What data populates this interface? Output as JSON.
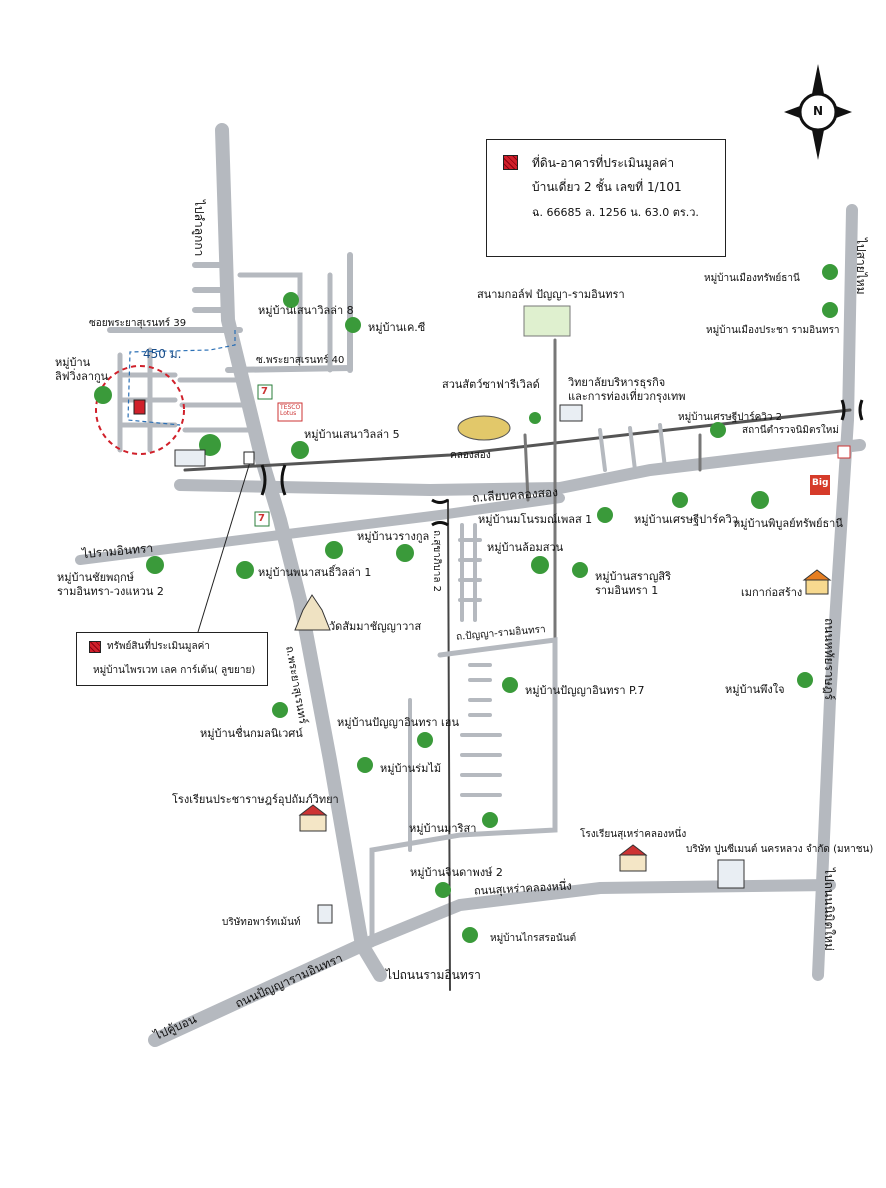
{
  "legend": {
    "line1": "ที่ดิน-อาคารที่ประเมินมูลค่า",
    "line2": "บ้านเดี่ยว 2 ชั้น เลขที่ 1/101",
    "line3": "ฉ. 66685  ล. 1256  น. 63.0 ตร.ว."
  },
  "callout": {
    "line1": "ทรัพย์สินที่ประเมินมูลค่า",
    "line2": "หมู่บ้านไพรเวท เลค การ์เด้น( ลูขยาย)"
  },
  "compass": {
    "letter": "N"
  },
  "distance": "450 ม.",
  "roads": {
    "to_lam_luk_ka": "ไปลำลูกกา",
    "phraya_39": "ซอยพระยาสุเรนทร์ 39",
    "phraya_40": "ซ.พระยาสุเรนทร์ 40",
    "to_sai_mai": "ไปสายไหม",
    "khlong_song": "คลองสอง",
    "liap_khlong_song": "ถ.เลียบคลองสอง",
    "to_ram_intra": "ไปรามอินทรา",
    "phraya_suren": "ถ.พระยาสุเรนทร์",
    "sukhaphiban": "ถ.สุขาภิบาล 2",
    "panya_ramintra_st": "ถ.ปัญญา-รามอินทรา",
    "hathai_rat": "ถนนหทัยราษฎร์",
    "suhrao_khlong_nueng": "ถนนสุเหร่าคลองหนึ่ง",
    "panya_ramintra_road": "ถนนปัญญารามอินทรา",
    "to_ku_bon": "ไปคู้บอน",
    "to_ramintra_road": "ไปถนนรามอินทรา",
    "to_nimitmai": "ไปถนนนิมิตใหม่"
  },
  "places": {
    "lifeng": "หมู่บ้าน\nลิฟวิ่งลากูน",
    "senavilla8": "หมู่บ้านเสนาวิลล่า 8",
    "kc": "หมู่บ้านเค.ซี",
    "senavilla5": "หมู่บ้านเสนาวิลล่า 5",
    "golf": "สนามกอล์ฟ ปัญญา-รามอินทรา",
    "safari": "สวนสัตว์ซาฟารีเวิลด์",
    "college": "วิทยาลัยบริหารธุรกิจ\nและการท่องเที่ยวกรุงเทพ",
    "muang_sap": "หมู่บ้านเมืองทรัพย์ธานี",
    "muang_pracha": "หมู่บ้านเมืองประชา รามอินทรา",
    "setthi2": "หมู่บ้านเศรษฐีปาร์ควิว 2",
    "police": "สถานีตำรวจนิมิตรใหม่",
    "manorom": "หมู่บ้านมโนรมณ์เพลส 1",
    "setthi": "หมู่บ้านเศรษฐีปาร์ควิว",
    "phibun": "หมู่บ้านพิบูลย์ทรัพย์ธานี",
    "warang": "หมู่บ้านวรางกูล",
    "lomsuan": "หมู่บ้านล้อมสวน",
    "chaiyaphruk": "หมู่บ้านชัยพฤกษ์\nรามอินทรา-วงแหวน 2",
    "panasin": "หมู่บ้านพนาสนธิ์วิลล่า 1",
    "saranya": "หมู่บ้านสราญสิริ\nรามอินทรา 1",
    "mega": "เมกาก่อสร้าง",
    "wat": "วัดสัมมาชัญญาวาส",
    "panya_p7": "หมู่บ้านปัญญาอินทรา P.7",
    "phungjai": "หมู่บ้านพึงใจ",
    "chuen": "หมู่บ้านชื่นกมลนิเวศน์",
    "panya_ind": "หมู่บ้านปัญญาอินทรา เฮน",
    "romai": "หมู่บ้านร่มไม้",
    "school1": "โรงเรียนประชาราษฎร์อุปถัมภ์วิทยา",
    "marisa": "หมู่บ้านมาริสา",
    "school2": "โรงเรียนสุเหร่าคลองหนึ่ง",
    "cement": "บริษัท ปูนซีเมนต์ นครหลวง จำกัด (มหาชน)",
    "chinda": "หมู่บ้านจินดาพงษ์ 2",
    "apartment": "บริษัทอพาร์ทเม้นท์",
    "kraison": "หมู่บ้านไกรสรอนันต์"
  },
  "brands": {
    "big_c": "Big",
    "tesco": "TESCO\nLotus",
    "seven": "7"
  },
  "colors": {
    "road": "#b8bcc2",
    "road_edge": "#8a8f96",
    "marker": "#d0202a",
    "circle": "#d0202a",
    "distance": "#1a4e8a"
  }
}
